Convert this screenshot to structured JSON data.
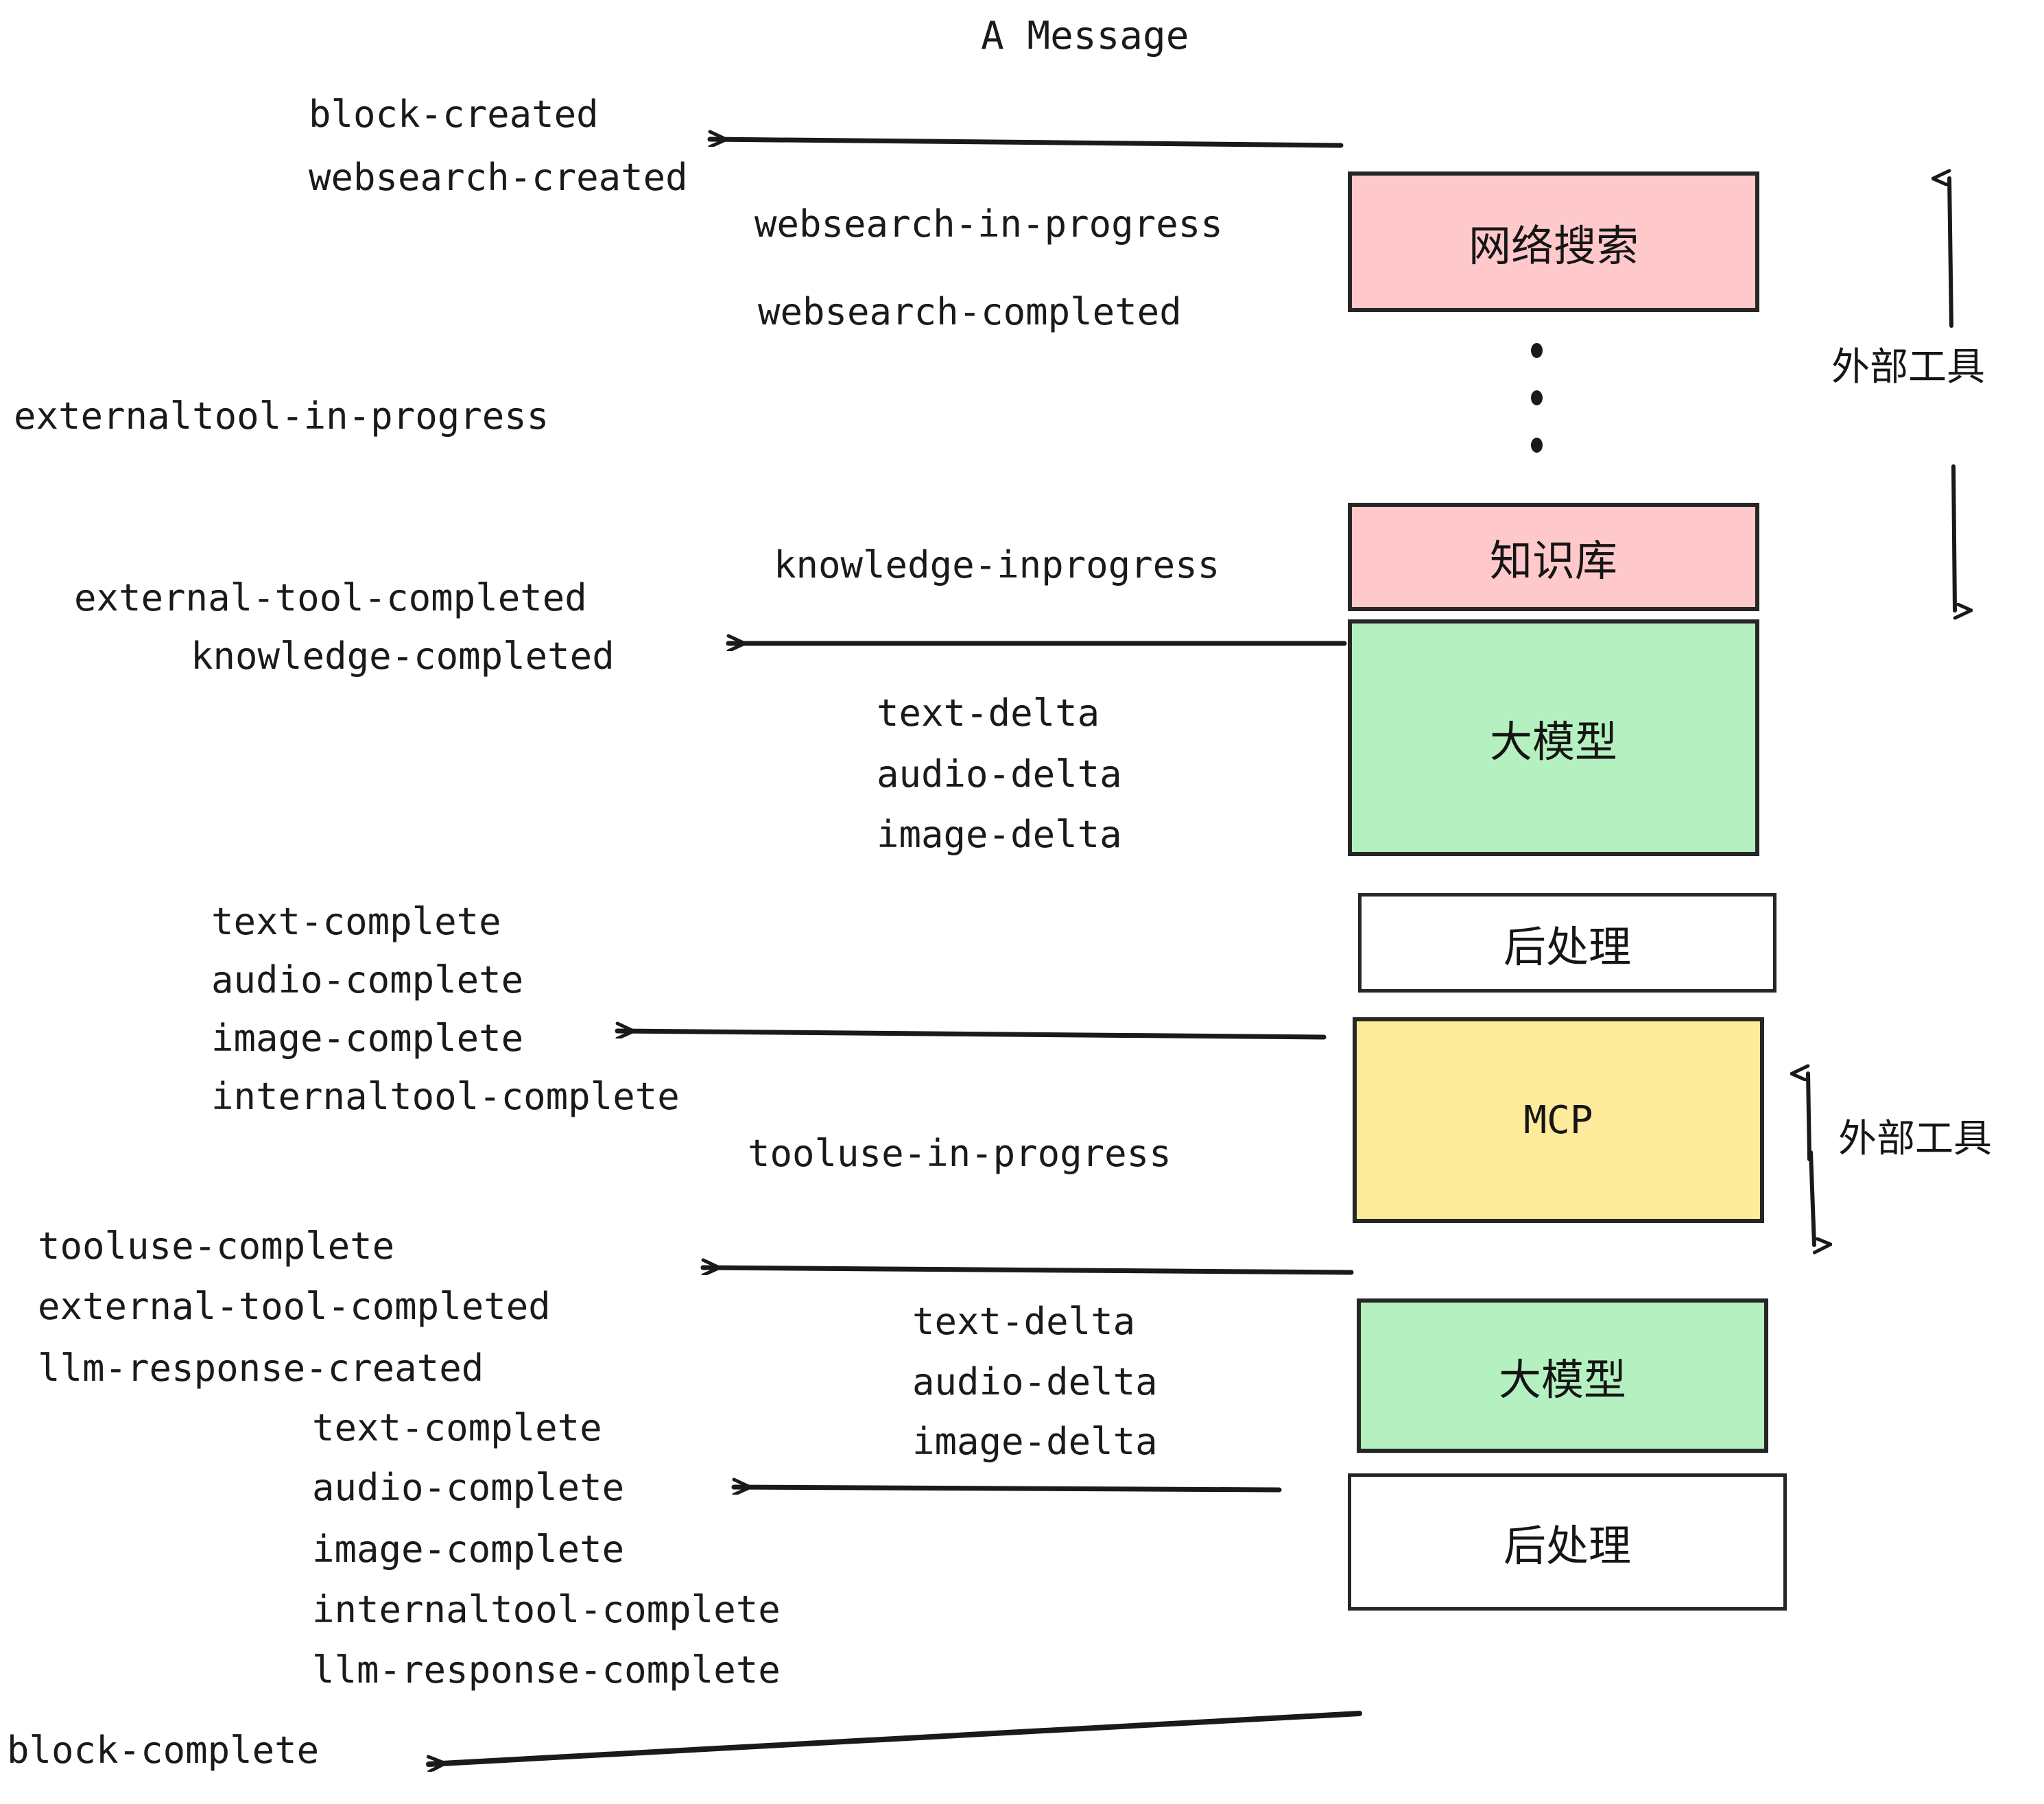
{
  "diagram": {
    "title": "A Message",
    "colors": {
      "pink": "#FFC9CB",
      "green": "#B5F1C0",
      "yellow": "#FDEA9B",
      "white": "#FFFFFF",
      "stroke": "#262626",
      "text": "#1A1A1A"
    },
    "boxes": [
      {
        "id": "websearch",
        "label": "网络搜索",
        "fill": "pink"
      },
      {
        "id": "knowledge",
        "label": "知识库",
        "fill": "pink"
      },
      {
        "id": "llm_top",
        "label": "大模型",
        "fill": "green"
      },
      {
        "id": "postprocess_top",
        "label": "后处理",
        "fill": "white"
      },
      {
        "id": "mcp",
        "label": "MCP",
        "fill": "yellow"
      },
      {
        "id": "llm_bottom",
        "label": "大模型",
        "fill": "green"
      },
      {
        "id": "postprocess_bottom",
        "label": "后处理",
        "fill": "white"
      }
    ],
    "zone_labels": [
      {
        "id": "external-tools-top",
        "label": "外部工具"
      },
      {
        "id": "external-tools-bottom",
        "label": "外部工具"
      }
    ],
    "events": {
      "block_created": "block-created",
      "websearch_created": "websearch-created",
      "websearch_in_progress": "websearch-in-progress",
      "websearch_completed": "websearch-completed",
      "externaltool_in_progress": "externaltool-in-progress",
      "knowledge_inprogress": "knowledge-inprogress",
      "external_tool_completed_1": "external-tool-completed",
      "knowledge_completed": "knowledge-completed",
      "text_delta_1": "text-delta",
      "audio_delta_1": "audio-delta",
      "image_delta_1": "image-delta",
      "text_complete_1": "text-complete",
      "audio_complete_1": "audio-complete",
      "image_complete_1": "image-complete",
      "internaltool_complete_1": "internaltool-complete",
      "tooluse_in_progress": "tooluse-in-progress",
      "tooluse_complete": "tooluse-complete",
      "external_tool_completed_2": "external-tool-completed",
      "llm_response_created": "llm-response-created",
      "text_delta_2": "text-delta",
      "audio_delta_2": "audio-delta",
      "image_delta_2": "image-delta",
      "text_complete_2": "text-complete",
      "audio_complete_2": "audio-complete",
      "image_complete_2": "image-complete",
      "internaltool_complete_2": "internaltool-complete",
      "llm_response_complete": "llm-response-complete",
      "block_complete": "block-complete"
    }
  }
}
